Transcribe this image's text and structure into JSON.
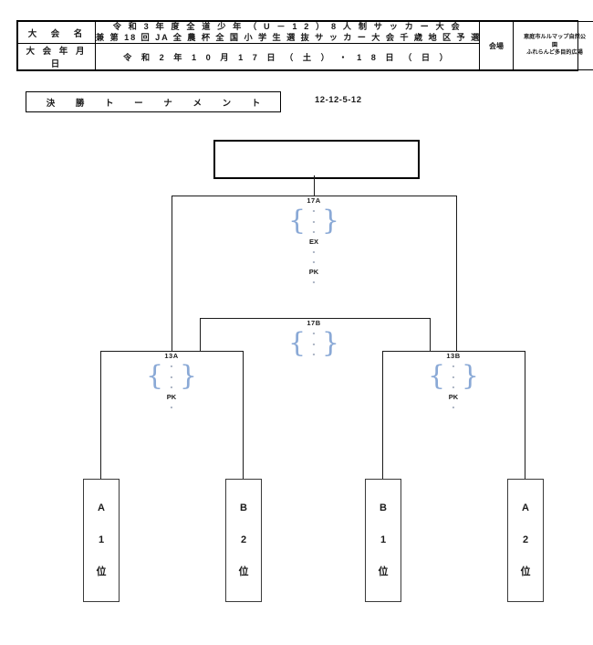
{
  "header": {
    "row_label_name": "大　会　名",
    "row_label_date": "大 会 年 月 日",
    "name_line1": "令 和 3 年 度 全 道 少 年 （ U － 1 2 ） 8 人 制 サ ッ カ ー 大 会",
    "name_line2": "兼 第 18 回 JA 全 農 杯 全 国 小 学 生 選 抜 サ ッ カ ー 大 会 千 歳 地 区 予 選",
    "date_line": "令 和 2 年 1 0 月 1 7 日 （ 土 ） ・ 1 8 日 （ 日 ）",
    "venue_label": "会場",
    "venue_line1": "恵庭市ルルマップ自然公",
    "venue_line2": "園",
    "venue_line3": "ふれらんど多目的広場"
  },
  "title": {
    "text": "決 勝 ト ー ナ メ ン ト",
    "code": "12-12-5-12"
  },
  "bracket": {
    "champion_box": "",
    "nodes": [
      {
        "id": "17A",
        "label": "17A",
        "dashes": [
          "-",
          "-",
          "-"
        ],
        "extras": [
          {
            "label": "EX",
            "dashes": [
              "-",
              "-"
            ]
          },
          {
            "label": "PK",
            "dashes": [
              "-"
            ]
          }
        ]
      },
      {
        "id": "17B",
        "label": "17B",
        "dashes": [
          "-",
          "-",
          "-"
        ],
        "extras": []
      },
      {
        "id": "13A",
        "label": "13A",
        "dashes": [
          "-",
          "-",
          "-"
        ],
        "extras": [
          {
            "label": "PK",
            "dashes": [
              "-"
            ]
          }
        ]
      },
      {
        "id": "13B",
        "label": "13B",
        "dashes": [
          "-",
          "-",
          "-"
        ],
        "extras": [
          {
            "label": "PK",
            "dashes": [
              "-"
            ]
          }
        ]
      }
    ],
    "teams": [
      {
        "group": "A",
        "rank": "1",
        "suffix": "位"
      },
      {
        "group": "B",
        "rank": "2",
        "suffix": "位"
      },
      {
        "group": "B",
        "rank": "1",
        "suffix": "位"
      },
      {
        "group": "A",
        "rank": "2",
        "suffix": "位"
      }
    ]
  },
  "colors": {
    "line": "#1a1a1a",
    "brace": "#8aa9d6",
    "dash": "#5e6f8c"
  }
}
